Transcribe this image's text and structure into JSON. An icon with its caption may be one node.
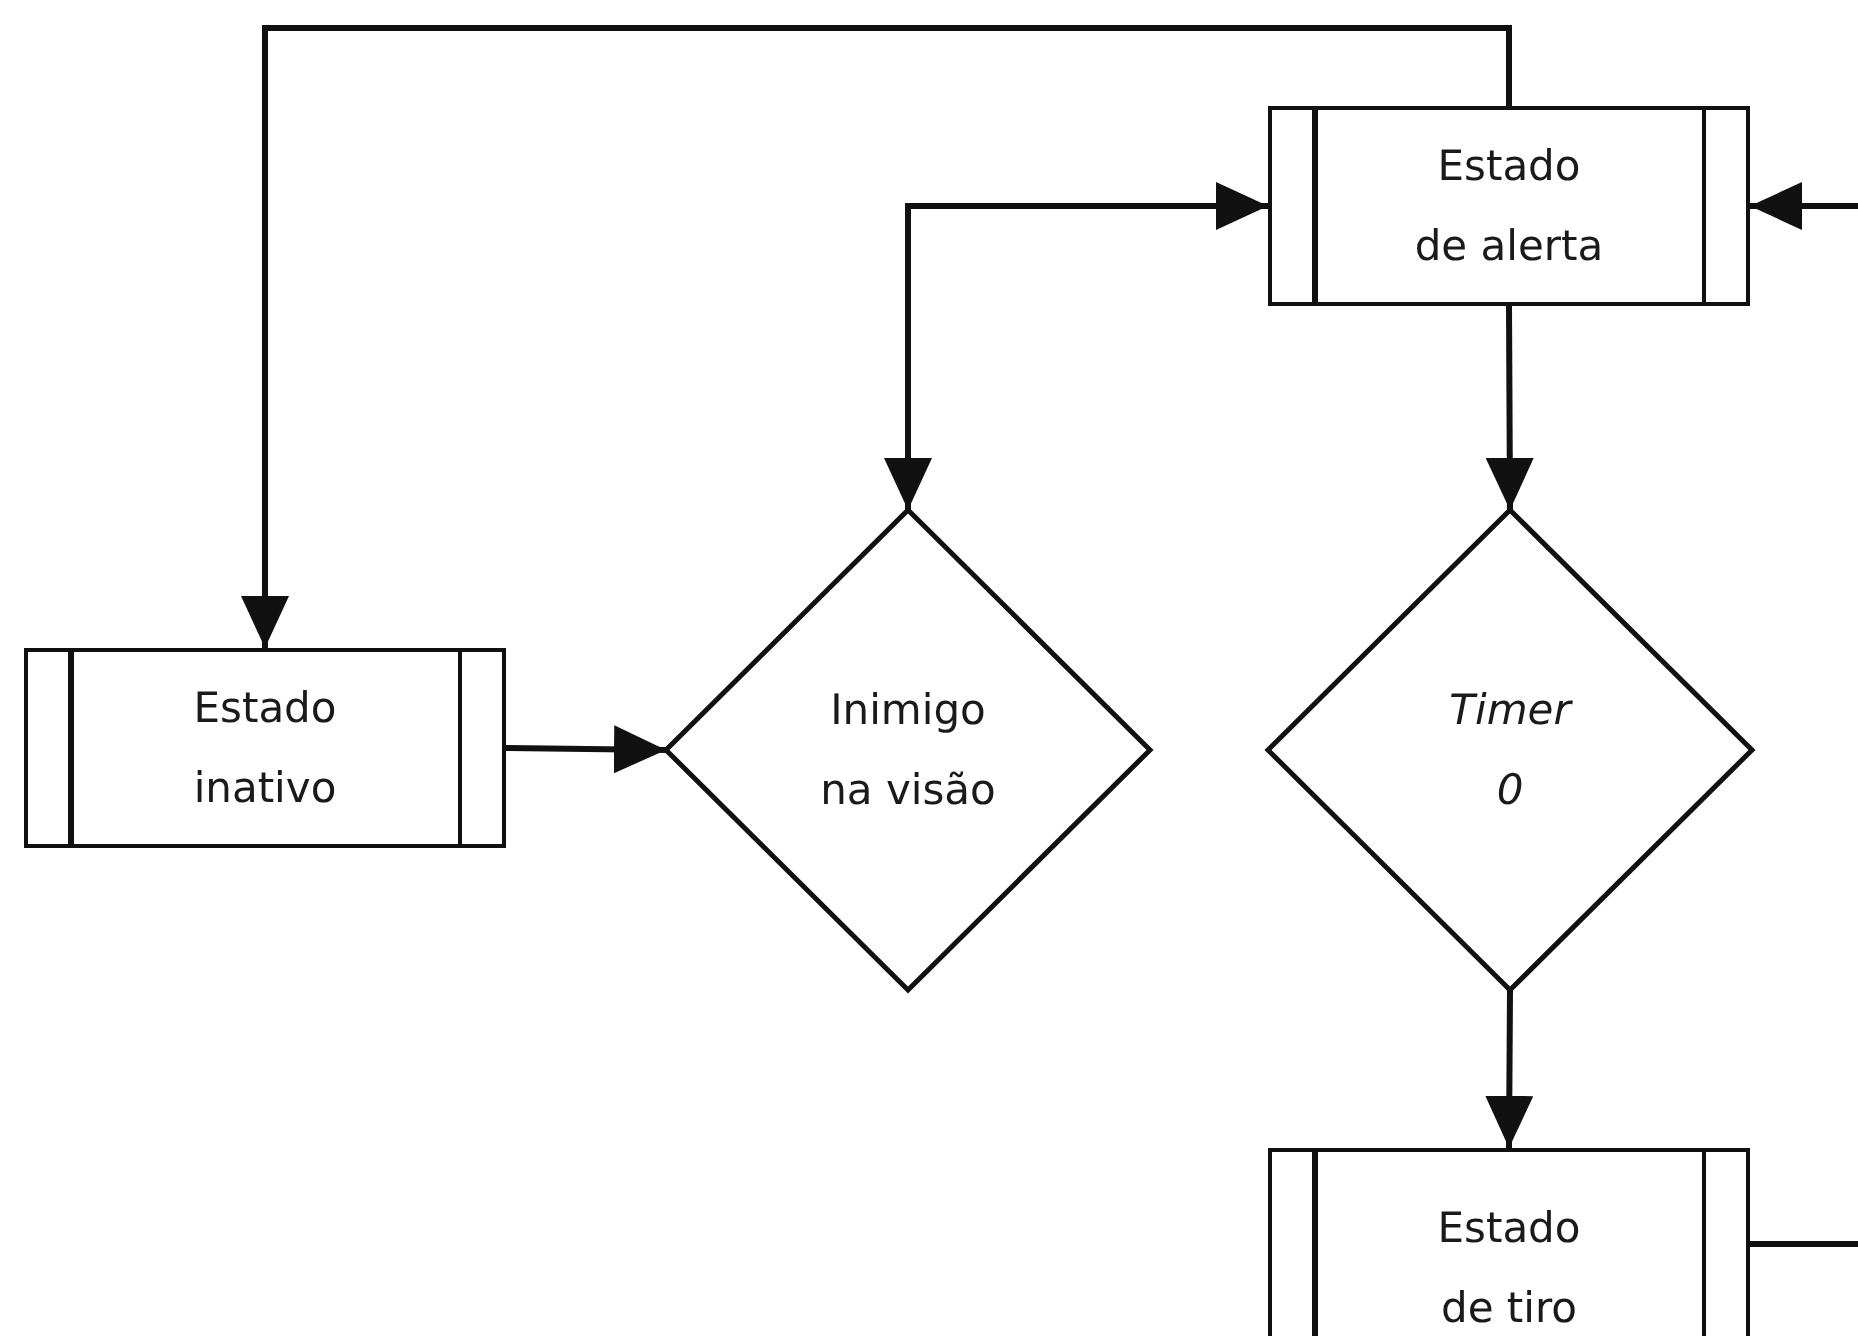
{
  "diagram": {
    "nodes": [
      {
        "text": [
          "Estado de alerta"
        ]
      },
      {
        "text": [
          "Estado inativo"
        ]
      },
      {
        "text": [
          "Inimigo na visão"
        ]
      },
      {
        "text": [
          "Timer 0"
        ]
      },
      {
        "text": [
          "Estado de tiro"
        ]
      }
    ],
    "edges": [
      {
        "from": 0,
        "to": 1,
        "arrow": "to"
      },
      {
        "from": 1,
        "to": 2,
        "arrow": "to"
      },
      {
        "from": 2,
        "to": 0,
        "arrow": "both"
      },
      {
        "from": 0,
        "to": 3,
        "arrow": "to"
      },
      {
        "from": 3,
        "to": 4,
        "arrow": "to"
      },
      {
        "from": 4,
        "to": null,
        "arrow": "none"
      },
      {
        "from": null,
        "to": 0,
        "arrow": "to"
      }
    ]
  }
}
